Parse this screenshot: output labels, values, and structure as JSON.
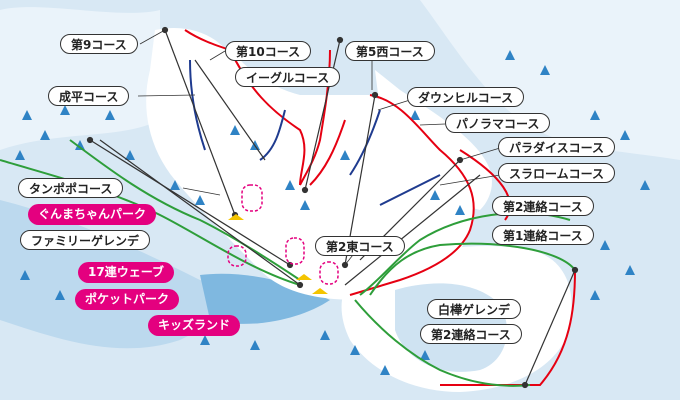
{
  "courses": {
    "c9": "第9コース",
    "c10": "第10コース",
    "c5w": "第5西コース",
    "seihei": "成平コース",
    "eagle": "イーグルコース",
    "downhill": "ダウンヒルコース",
    "panorama": "パノラマコース",
    "paradise": "パラダイスコース",
    "tanpopo": "タンポポコース",
    "slalom": "スラロームコース",
    "family": "ファミリーゲレンデ",
    "c2e": "第2東コース",
    "c2link": "第2連絡コース",
    "c1link": "第1連絡コース",
    "shirakaba": "白樺ゲレンデ",
    "c2link_b": "第2連絡コース"
  },
  "parks": {
    "gunma": "ぐんまちゃんパーク",
    "ren17": "17連ウェーブ",
    "pocket": "ポケットパーク",
    "kids": "キッズランド"
  },
  "colors": {
    "snow": "#ffffff",
    "background": "#cfe3f2",
    "lift": "#333333",
    "course_red": "#e60012",
    "course_green": "#2e9e3a",
    "course_blue": "#1f3b8f",
    "park_magenta": "#e4007f",
    "tree": "#2f83c5"
  }
}
